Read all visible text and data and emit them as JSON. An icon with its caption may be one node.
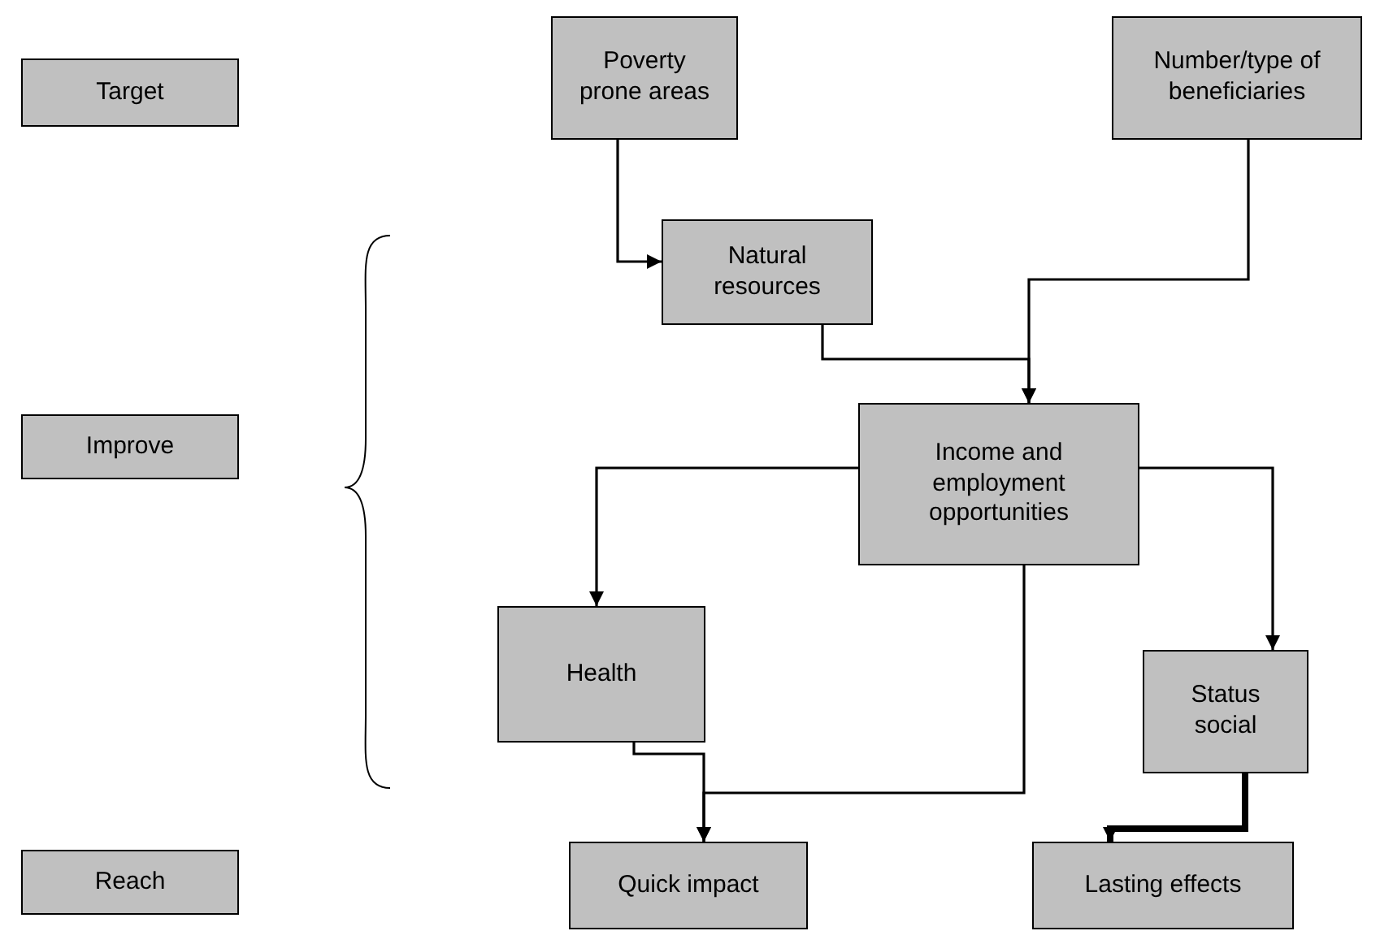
{
  "diagram": {
    "nodes": [
      {
        "text": [
          "Target"
        ]
      },
      {
        "text": [
          "Poverty prone areas"
        ]
      },
      {
        "text": [
          "Number/type of beneficiaries"
        ]
      },
      {
        "text": [
          "Improve"
        ]
      },
      {
        "text": [
          "Natural resources"
        ]
      },
      {
        "text": [
          "Income and employment opportunities"
        ]
      },
      {
        "text": [
          "Health"
        ]
      },
      {
        "text": [
          "Status social"
        ]
      },
      {
        "text": [
          "Reach"
        ]
      },
      {
        "text": [
          "Quick impact"
        ]
      },
      {
        "text": [
          "Lasting effects"
        ]
      }
    ],
    "edges": [
      {
        "from": 1,
        "to": 4,
        "arrow": "to"
      },
      {
        "from": 4,
        "to": 5,
        "arrow": "to"
      },
      {
        "from": 2,
        "to": 5,
        "arrow": "to"
      },
      {
        "from": 5,
        "to": 6,
        "arrow": "to"
      },
      {
        "from": 5,
        "to": 7,
        "arrow": "to"
      },
      {
        "from": 6,
        "to": 9,
        "arrow": "to"
      },
      {
        "from": 5,
        "to": 9,
        "arrow": "to"
      },
      {
        "from": 7,
        "to": 10,
        "arrow": "to",
        "style": "thick"
      }
    ]
  }
}
